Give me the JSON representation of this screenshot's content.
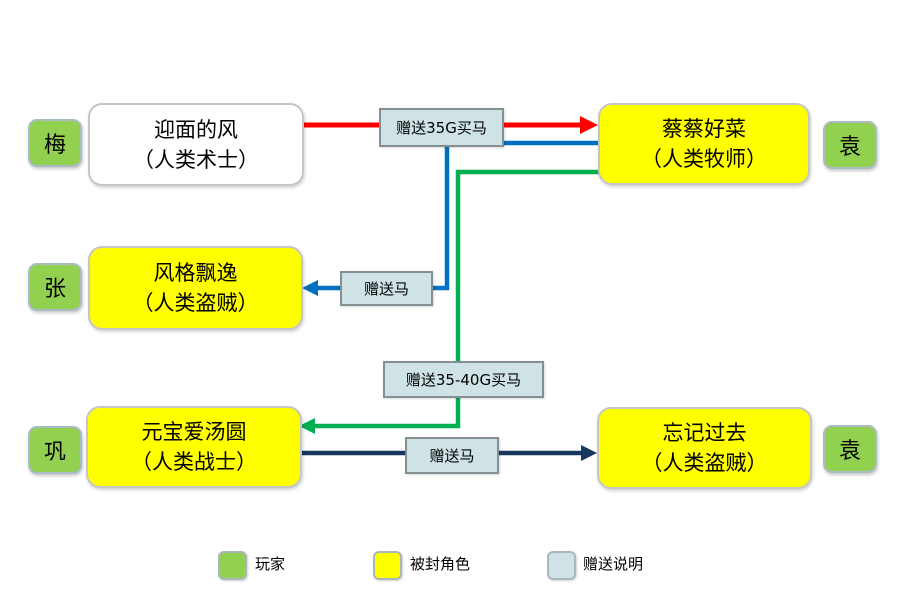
{
  "colors": {
    "background": "#FFFFFF",
    "player_fill": "#92D050",
    "character_fill": "#FFFF00",
    "neutral_fill": "#FFFFFF",
    "note_fill": "#CFE3E6",
    "edge_red": "#FF0000",
    "edge_blue": "#0070C0",
    "edge_green": "#00AF50",
    "edge_navy": "#17375E"
  },
  "players": {
    "mei": "梅",
    "zhang": "张",
    "gong": "巩",
    "yuan_top": "袁",
    "yuan_bottom": "袁"
  },
  "nodes": {
    "warlock": {
      "name": "迎面的风",
      "role": "（人类术士）"
    },
    "priest": {
      "name": "蔡蔡好菜",
      "role": "（人类牧师）"
    },
    "rogue": {
      "name": "风格飘逸",
      "role": "（人类盗贼）"
    },
    "warrior": {
      "name": "元宝爱汤圆",
      "role": "（人类战士）"
    },
    "rogue2": {
      "name": "忘记过去",
      "role": "（人类盗贼）"
    }
  },
  "edges": {
    "warlock_to_priest": {
      "label": "赠送35G买马",
      "color": "#FF0000"
    },
    "priest_to_rogue": {
      "label": "赠送马",
      "color": "#0070C0"
    },
    "priest_to_warrior": {
      "label": "赠送35-40G买马",
      "color": "#00AF50"
    },
    "warrior_to_rogue2": {
      "label": "赠送马",
      "color": "#17375E"
    }
  },
  "legend": {
    "items": [
      {
        "label": "玩家",
        "color": "#92D050"
      },
      {
        "label": "被封角色",
        "color": "#FFFF00"
      },
      {
        "label": "赠送说明",
        "color": "#CFE3E6"
      }
    ]
  }
}
